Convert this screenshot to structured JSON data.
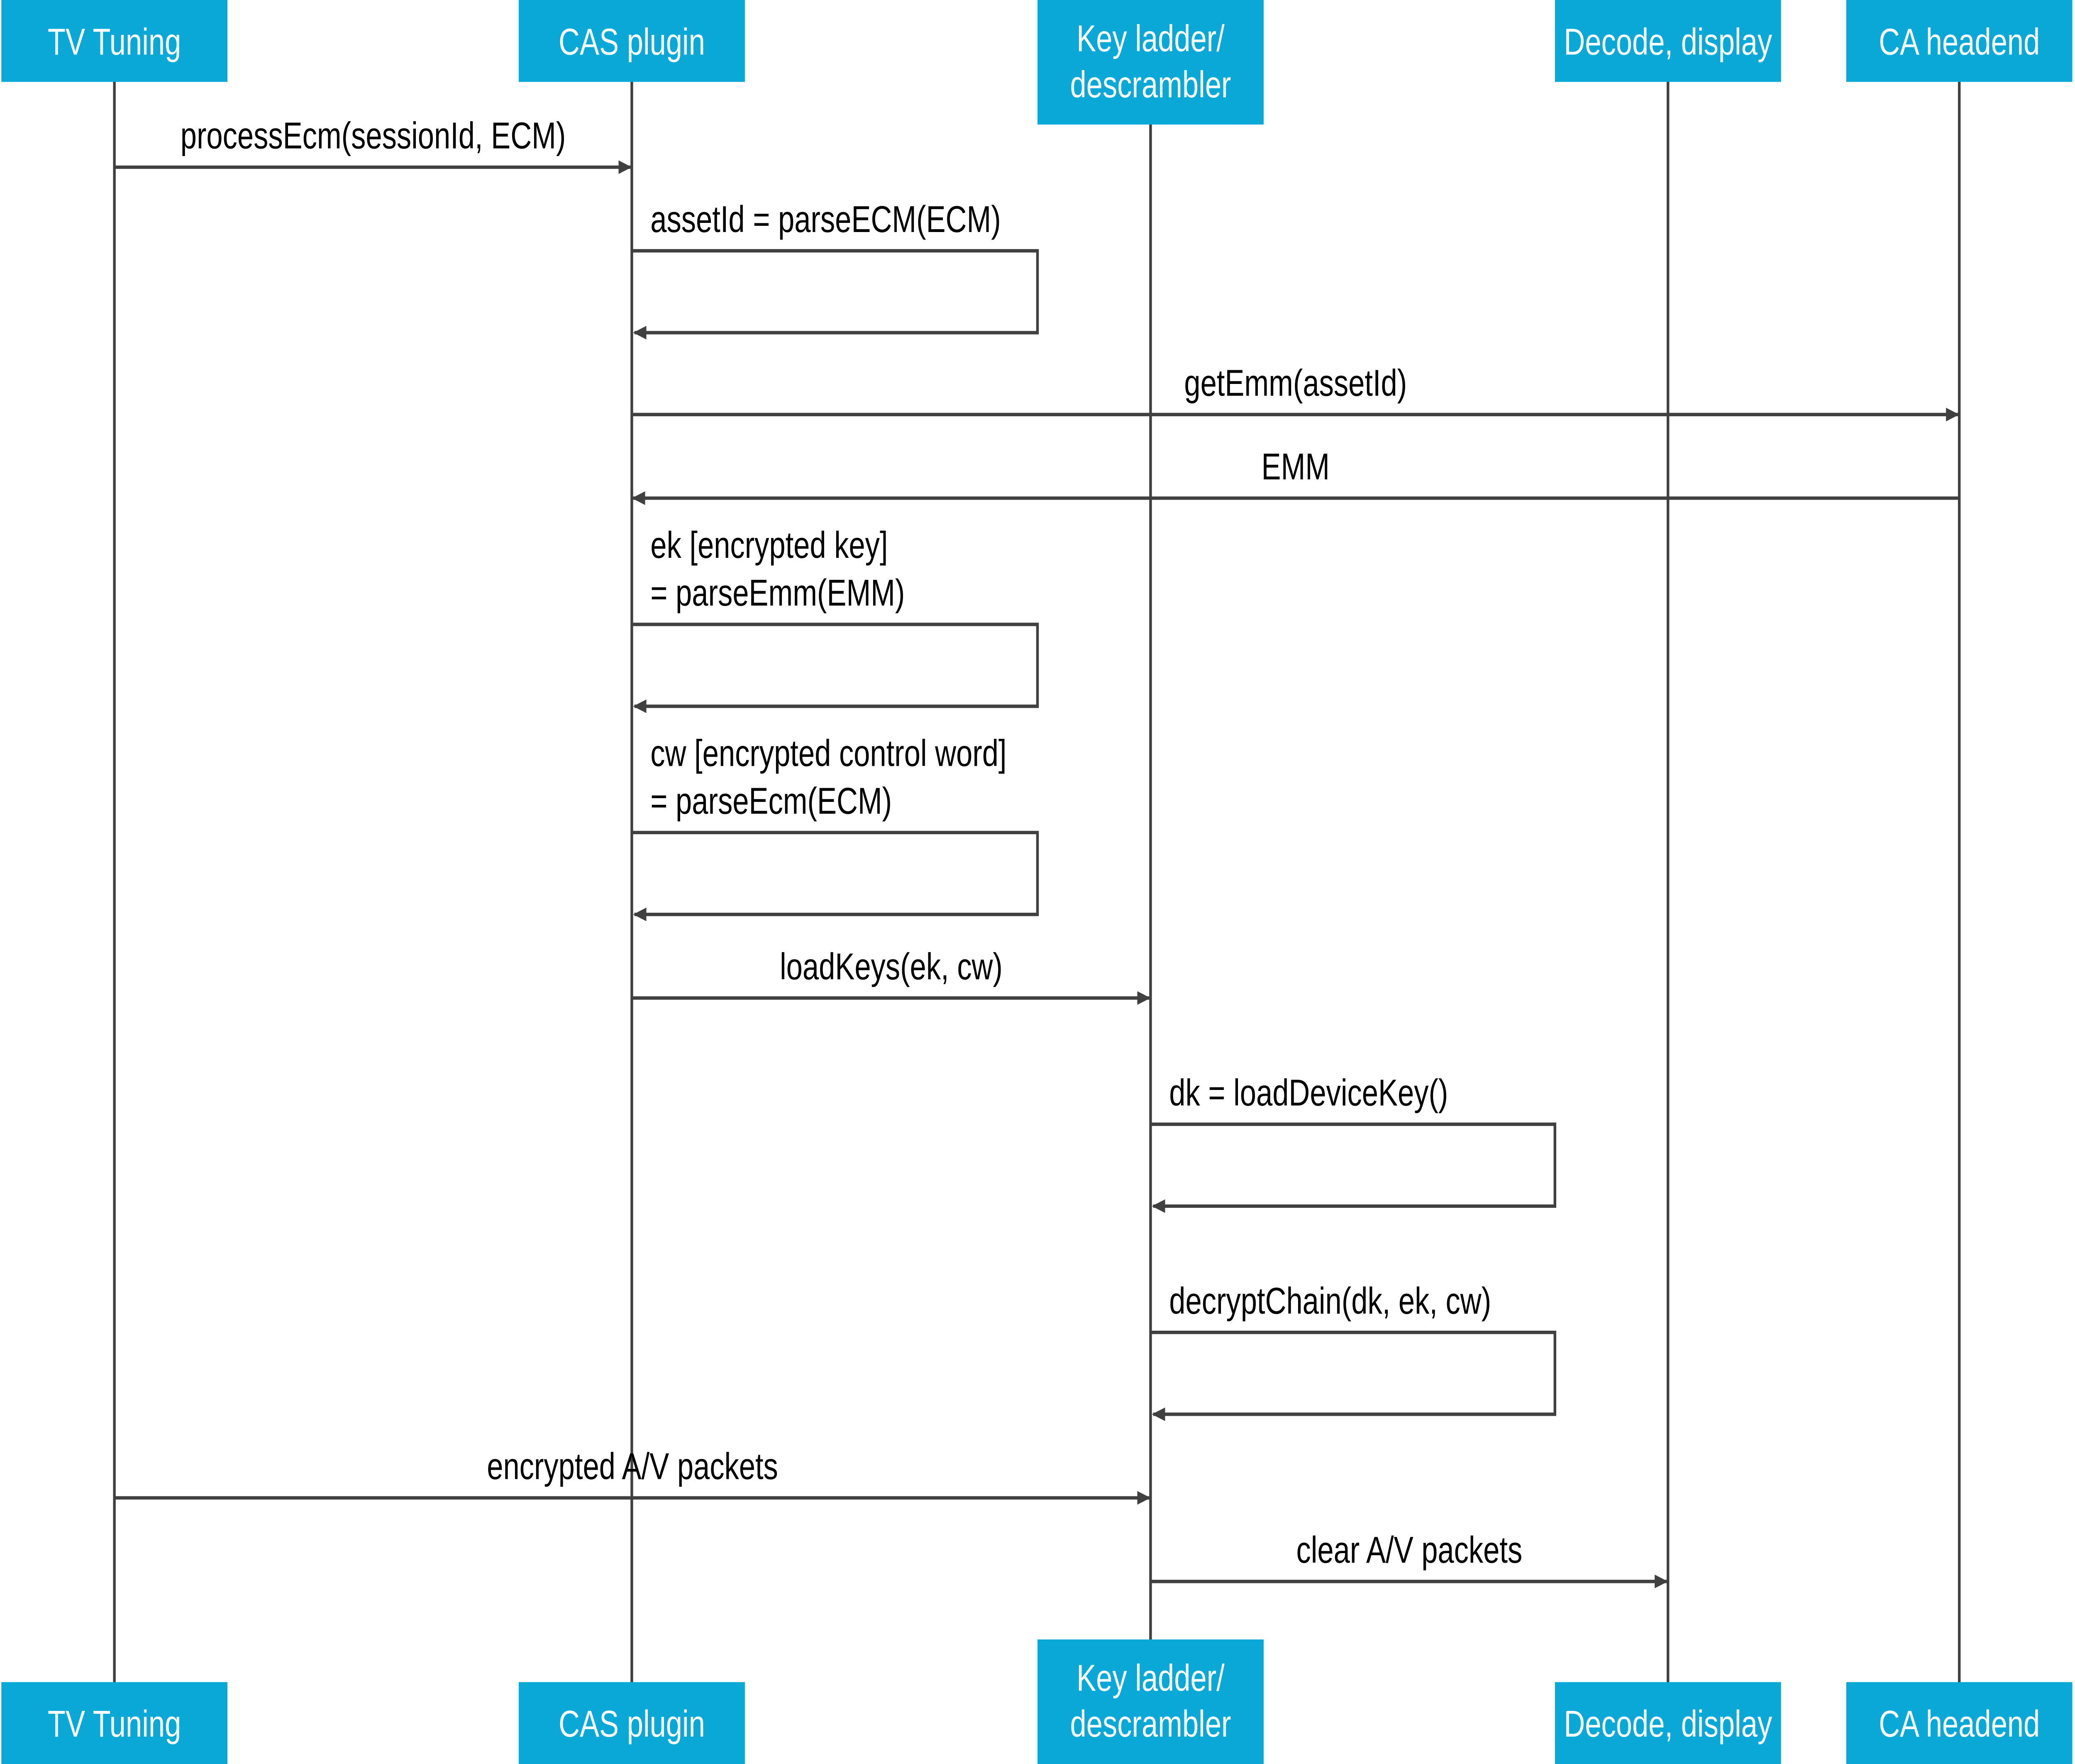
{
  "colors": {
    "header": "#0aa8d6",
    "line": "#404040",
    "text": "#000000",
    "header_text": "#ffffff"
  },
  "participants": [
    {
      "id": "tv",
      "lines": [
        "TV Tuning"
      ]
    },
    {
      "id": "cas",
      "lines": [
        "CAS plugin"
      ]
    },
    {
      "id": "kl",
      "lines": [
        "Key ladder/",
        "descrambler"
      ]
    },
    {
      "id": "dd",
      "lines": [
        "Decode, display"
      ]
    },
    {
      "id": "ca",
      "lines": [
        "CA headend"
      ]
    }
  ],
  "messages": [
    {
      "from": 0,
      "to": 1,
      "lines": [
        "processEcm(sessionId, ECM)"
      ]
    },
    {
      "from": 1,
      "to": 1,
      "lines": [
        "assetId = parseECM(ECM)"
      ]
    },
    {
      "from": 1,
      "to": 4,
      "lines": [
        "getEmm(assetId)"
      ]
    },
    {
      "from": 4,
      "to": 1,
      "lines": [
        "EMM"
      ]
    },
    {
      "from": 1,
      "to": 1,
      "lines": [
        "ek [encrypted key]",
        "= parseEmm(EMM)"
      ]
    },
    {
      "from": 1,
      "to": 1,
      "lines": [
        "cw [encrypted control word]",
        "= parseEcm(ECM)"
      ]
    },
    {
      "from": 1,
      "to": 2,
      "lines": [
        "loadKeys(ek, cw)"
      ]
    },
    {
      "from": 2,
      "to": 2,
      "lines": [
        "dk = loadDeviceKey()"
      ]
    },
    {
      "from": 2,
      "to": 2,
      "lines": [
        "decryptChain(dk, ek, cw)"
      ]
    },
    {
      "from": 0,
      "to": 2,
      "lines": [
        "encrypted A/V packets"
      ]
    },
    {
      "from": 2,
      "to": 3,
      "lines": [
        "clear A/V packets"
      ]
    }
  ]
}
